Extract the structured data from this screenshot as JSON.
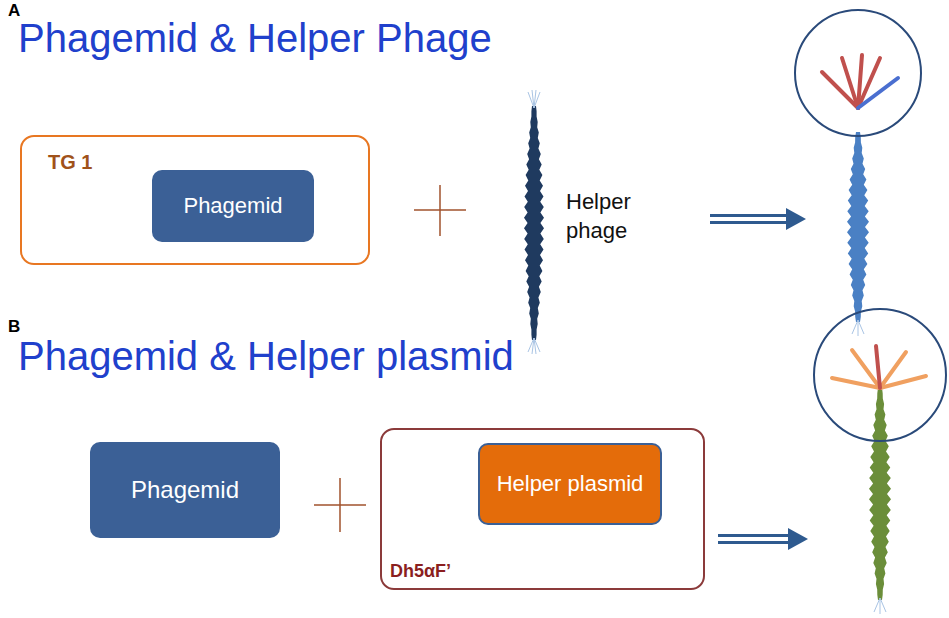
{
  "diagram": {
    "nodes": [
      {
        "text": [
          "TG 1"
        ]
      },
      {
        "text": [
          "Phagemid"
        ],
        "in": 0
      },
      {
        "text": [
          "Phagemid"
        ]
      },
      {
        "text": [
          "Dh5αF’"
        ]
      },
      {
        "text": [
          "Helper plasmid"
        ],
        "in": 3
      }
    ],
    "labels": [
      "A",
      "Phagemid & Helper Phage",
      "Helper phage",
      "B",
      "Phagemid & Helper plasmid"
    ]
  }
}
